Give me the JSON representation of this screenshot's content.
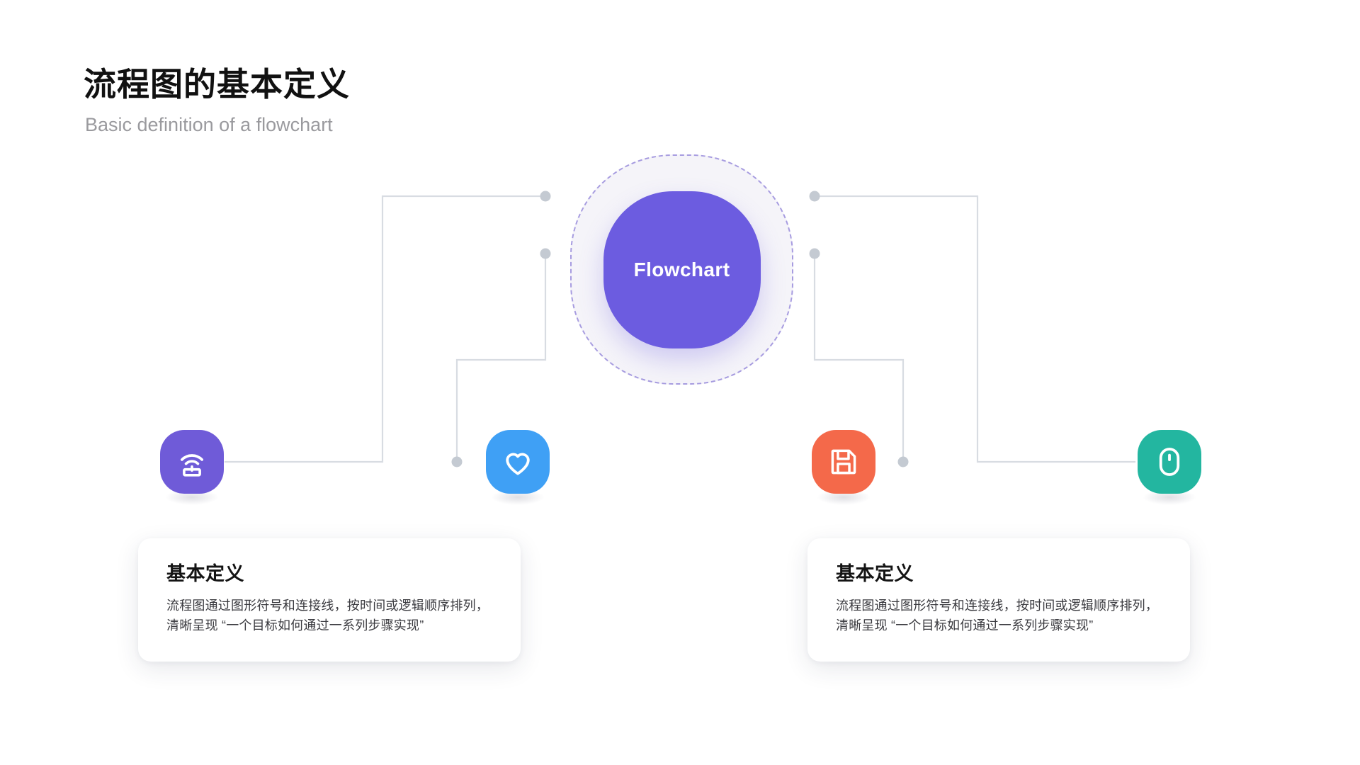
{
  "header": {
    "title": "流程图的基本定义",
    "subtitle": "Basic definition of a flowchart"
  },
  "center_node": {
    "label": "Flowchart",
    "fill_color": "#6C5CE0",
    "ring_color": "#A79CE0",
    "ring_fill": "#F5F4F9",
    "text_color": "#FFFFFF"
  },
  "icons": [
    {
      "name": "router-signal-icon",
      "color": "#6F5BD8",
      "position": "left-outer"
    },
    {
      "name": "heart-icon",
      "color": "#3FA0F5",
      "position": "left-inner"
    },
    {
      "name": "floppy-disk-save-icon",
      "color": "#F4694A",
      "position": "right-inner"
    },
    {
      "name": "computer-mouse-icon",
      "color": "#23B6A0",
      "position": "right-outer"
    }
  ],
  "cards": [
    {
      "title": "基本定义",
      "body": "流程图通过图形符号和连接线，按时间或逻辑顺序排列，清晰呈现 “一个目标如何通过一系列步骤实现”"
    },
    {
      "title": "基本定义",
      "body": "流程图通过图形符号和连接线，按时间或逻辑顺序排列，清晰呈现 “一个目标如何通过一系列步骤实现”"
    }
  ],
  "connector_style": {
    "line_color": "#D8DCE2",
    "dot_color": "#C4CAD2"
  }
}
